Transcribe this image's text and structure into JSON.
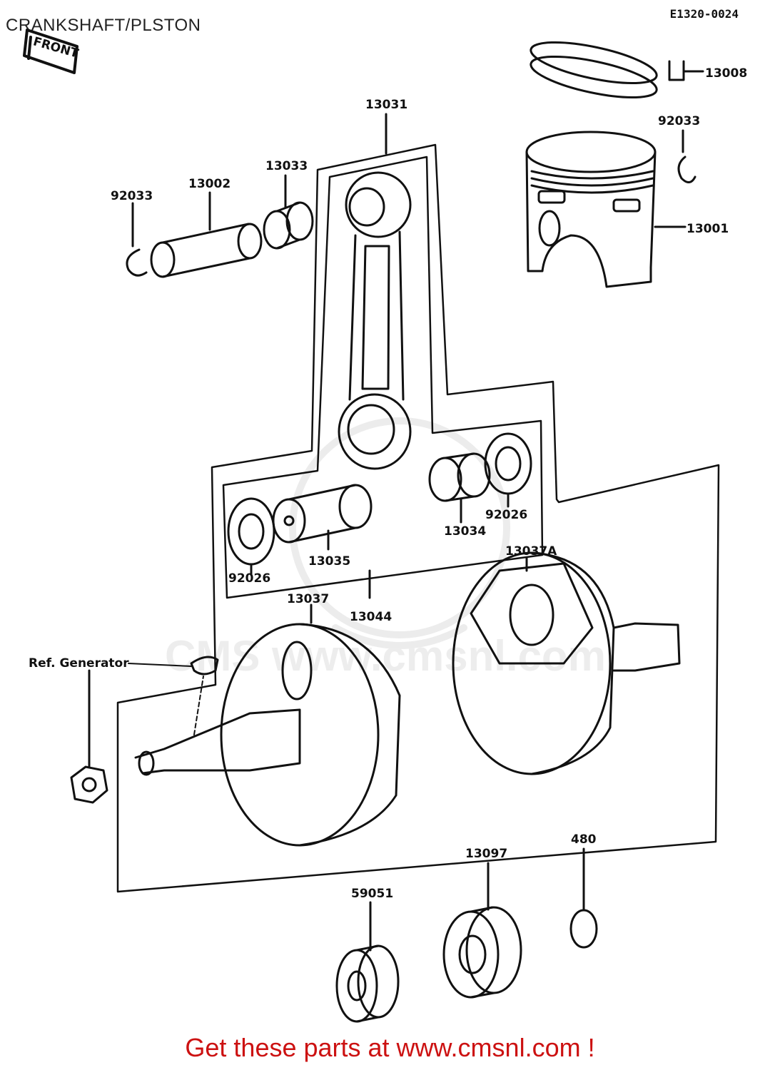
{
  "title": "CRANKSHAFT/PLSTON",
  "diagram_ref": "E1320-0024",
  "front_label": "FRONT",
  "watermark": "CMS www.cmsnl.com",
  "banner_text": "Get these parts at www.cmsnl.com !",
  "part_labels": {
    "p13008": "13008",
    "p13031": "13031",
    "p92033_top": "92033",
    "p13033": "13033",
    "p13002": "13002",
    "p92033_left": "92033",
    "p13001": "13001",
    "p92026_right": "92026",
    "p13034": "13034",
    "p13035": "13035",
    "p92026_left": "92026",
    "p13037A": "13037A",
    "p13037": "13037",
    "p13044": "13044",
    "ref_generator": "Ref. Generator",
    "p480": "480",
    "p13097": "13097",
    "p59051": "59051"
  }
}
